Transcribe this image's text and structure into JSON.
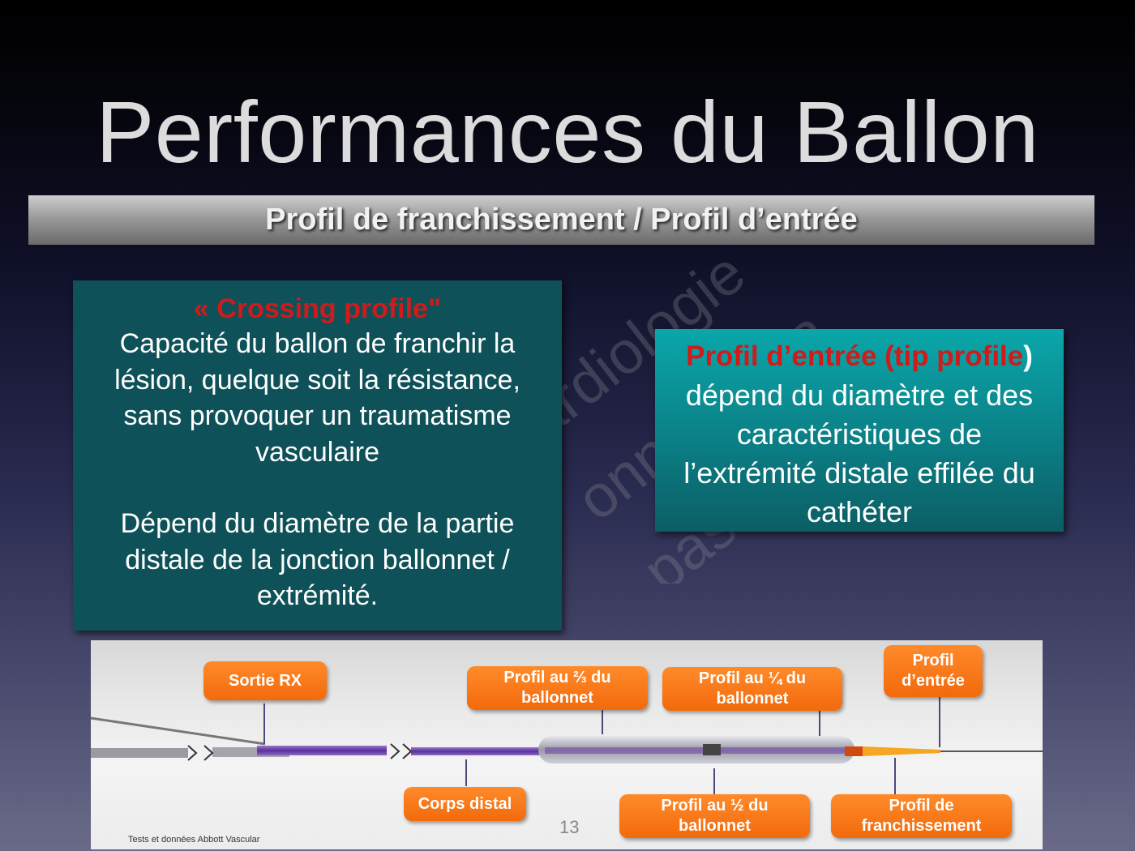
{
  "slide": {
    "title": "Performances du Ballon",
    "banner": "Profil de franchissement / Profil d’entrée",
    "page_number": "13"
  },
  "watermark": {
    "line1": "ardiologie",
    "line2": "onnelle Sla",
    "line3": "pas"
  },
  "left_box": {
    "heading": "« Crossing profile\"",
    "para1": [
      "Capacité du ballon de franchir la",
      "lésion, quelque soit la résistance,",
      "sans provoquer un traumatisme",
      "vasculaire"
    ],
    "para2": [
      "Dépend du diamètre de la partie",
      "distale de la jonction ballonnet /",
      "extrémité."
    ]
  },
  "right_box": {
    "heading_red": "Profil d’entrée (tip profile",
    "heading_tail": ")",
    "body": [
      "dépend du diamètre et des",
      "caractéristiques de",
      "l’extrémité distale effilée du",
      "cathéter"
    ]
  },
  "diagram": {
    "labels": {
      "sortie_rx": "Sortie RX",
      "profil_2_3": [
        "Profil au ⅔ du",
        "ballonnet"
      ],
      "profil_1_4": [
        "Profil au ¼ du",
        "ballonnet"
      ],
      "profil_entree": [
        "Profil",
        "d’entrée"
      ],
      "corps_distal": "Corps distal",
      "profil_1_2": [
        "Profil au ½ du",
        "ballonnet"
      ],
      "profil_franchissement": [
        "Profil de",
        "franchissement"
      ]
    },
    "credit": "Tests et données Abbott Vascular",
    "colors": {
      "tag": "#f26a0c",
      "shaft": "#6b3fa8",
      "tip": "#f5a623"
    }
  }
}
